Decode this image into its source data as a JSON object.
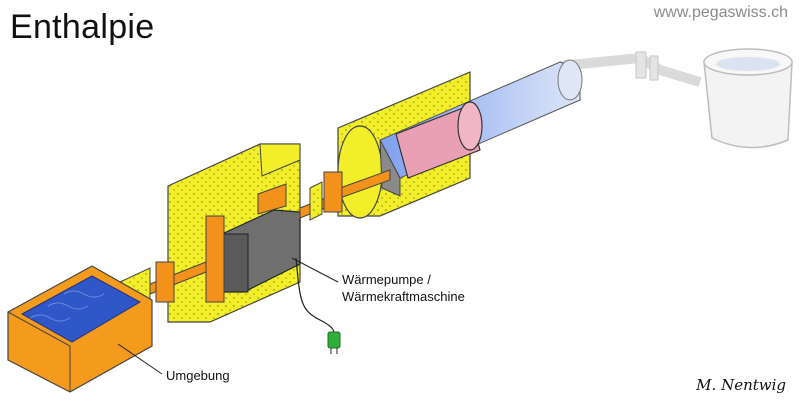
{
  "title": "Enthalpie",
  "url": "www.pegaswiss.ch",
  "labels": {
    "waermepumpe": "Wärmepumpe /",
    "waermekraftmaschine": "Wärmekraftmaschine",
    "umgebung": "Umgebung"
  },
  "signature": "M. Nentwig",
  "colors": {
    "insulation": "#f2ef2a",
    "insulation_dots": "#9b9a12",
    "shaft": "#f2921a",
    "machine": "#6f6f6f",
    "water": "#2f57c8",
    "tank": "#f49a1c",
    "piston": "#e9a0b5",
    "gas": "#8eaef0",
    "plug": "#2fae3a"
  }
}
